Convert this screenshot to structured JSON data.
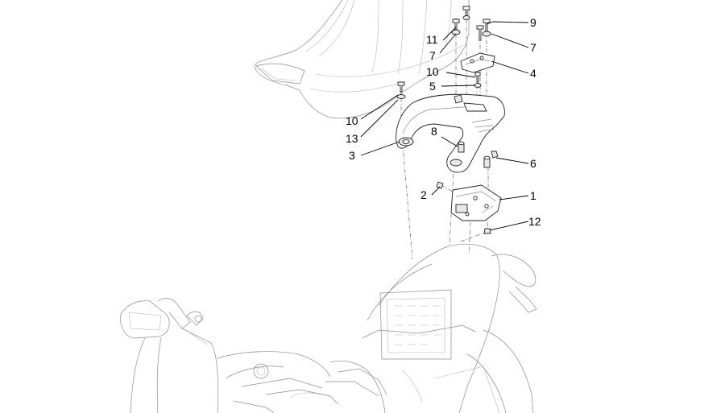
{
  "diagram": {
    "callouts": [
      {
        "id": "c1",
        "label": "1"
      },
      {
        "id": "c2",
        "label": "2"
      },
      {
        "id": "c3",
        "label": "3"
      },
      {
        "id": "c4",
        "label": "4"
      },
      {
        "id": "c5",
        "label": "5"
      },
      {
        "id": "c6",
        "label": "6"
      },
      {
        "id": "c7a",
        "label": "7"
      },
      {
        "id": "c7b",
        "label": "7"
      },
      {
        "id": "c8",
        "label": "8"
      },
      {
        "id": "c9",
        "label": "9"
      },
      {
        "id": "c10a",
        "label": "10"
      },
      {
        "id": "c10b",
        "label": "10"
      },
      {
        "id": "c11",
        "label": "11"
      },
      {
        "id": "c12",
        "label": "12"
      },
      {
        "id": "c13",
        "label": "13"
      }
    ]
  }
}
